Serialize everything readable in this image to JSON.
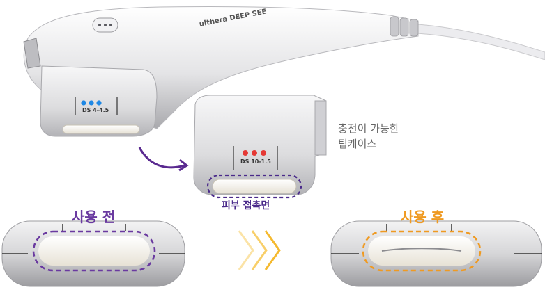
{
  "product": {
    "brand_top": "DEEP",
    "brand_bottom": "SEE",
    "maker": "ulthera",
    "left_tip_model": "DS 4-4.5",
    "right_tip_model": "DS 10-1.5"
  },
  "labels": {
    "rechargeable_case_line1": "충전이 가능한",
    "rechargeable_case_line2": "팁케이스",
    "skin_contact_surface": "피부 접촉면",
    "before_use": "사용 전",
    "after_use": "사용 후"
  },
  "colors": {
    "purple": "#6a3aa0",
    "orange": "#ef9a22",
    "blue_dots": "#1e88e5",
    "red_dots": "#e53935",
    "arrow_yellow": "#f5b92e"
  }
}
